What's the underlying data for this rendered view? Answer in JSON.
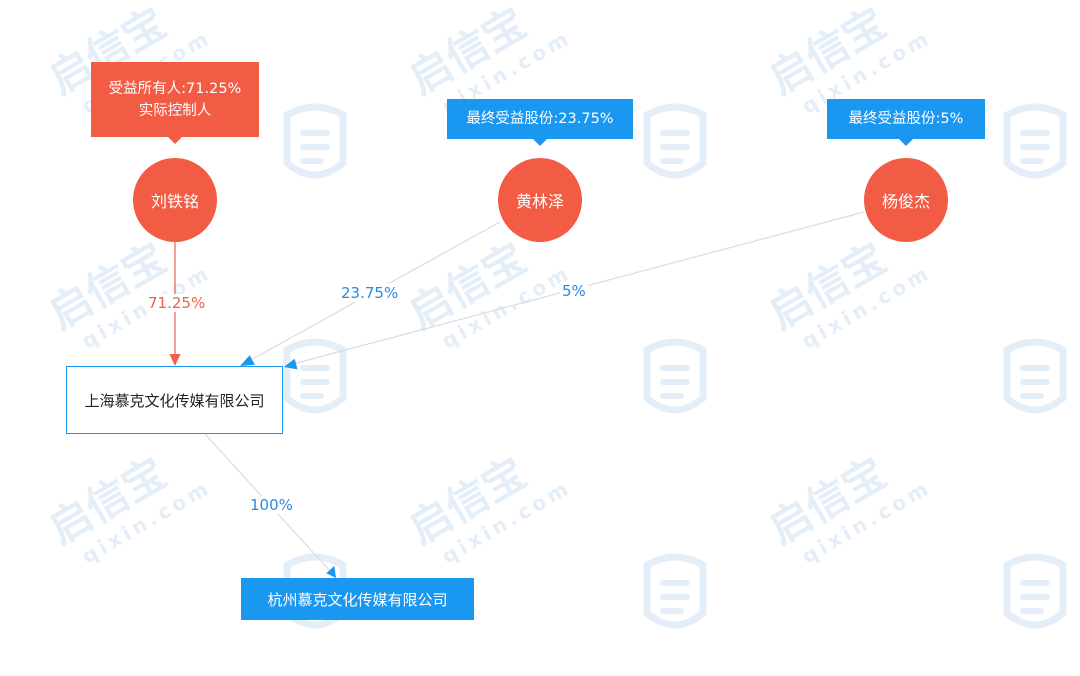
{
  "watermark": {
    "brand_text": "启信宝",
    "domain_text": "qixin.com",
    "color": "#e3eef8"
  },
  "colors": {
    "person": "#f25c45",
    "holding_line_red": "#f0604d",
    "holding_line_gray": "#d8dde3",
    "arrow_blue": "#1a97f0",
    "tag_red": "#f25c45",
    "tag_blue": "#1a97f0"
  },
  "persons": {
    "liu": {
      "name": "刘铁铭",
      "tag_line1": "受益所有人:71.25%",
      "tag_line2": "实际控制人"
    },
    "huang": {
      "name": "黄林泽",
      "tag_line1": "最终受益股份:23.75%"
    },
    "yang": {
      "name": "杨俊杰",
      "tag_line1": "最终受益股份:5%"
    }
  },
  "companies": {
    "shanghai": {
      "name": "上海慕克文化传媒有限公司"
    },
    "hangzhou": {
      "name": "杭州慕克文化传媒有限公司"
    }
  },
  "edges": {
    "liu_to_shanghai": "71.25%",
    "huang_to_shanghai": "23.75%",
    "yang_to_shanghai": "5%",
    "shanghai_to_hangzhou": "100%"
  }
}
